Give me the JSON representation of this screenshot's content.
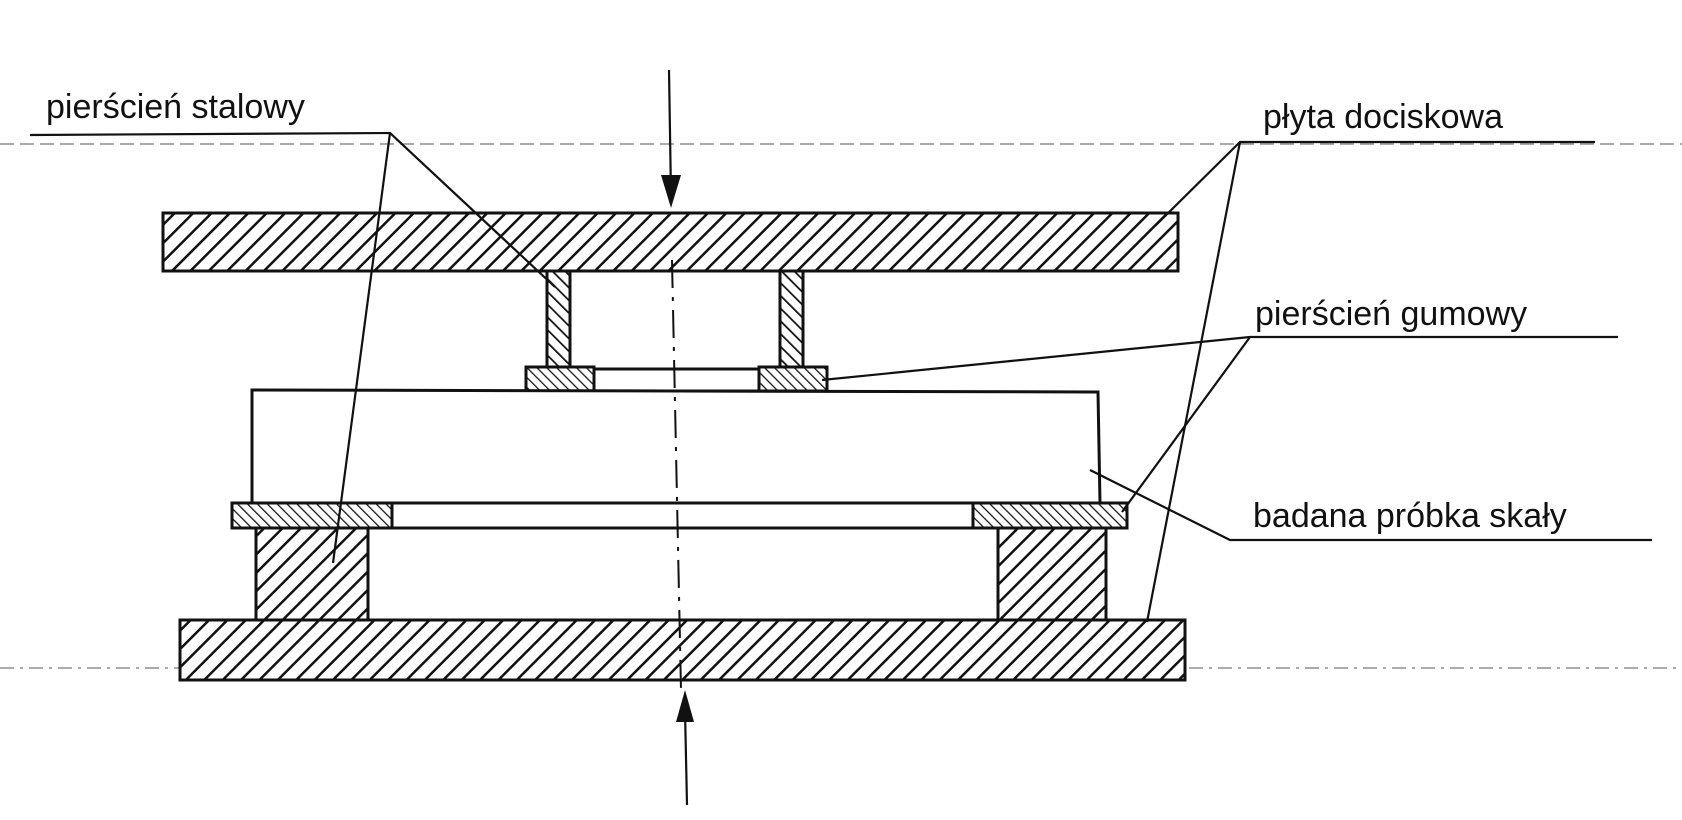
{
  "labels": {
    "steel_ring": "pierścień stalowy",
    "pressure_plate": "płyta dociskowa",
    "rubber_ring": "pierścień gumowy",
    "rock_sample": "badana próbka skały"
  },
  "colors": {
    "ink": "#111111",
    "background": "#ffffff"
  }
}
